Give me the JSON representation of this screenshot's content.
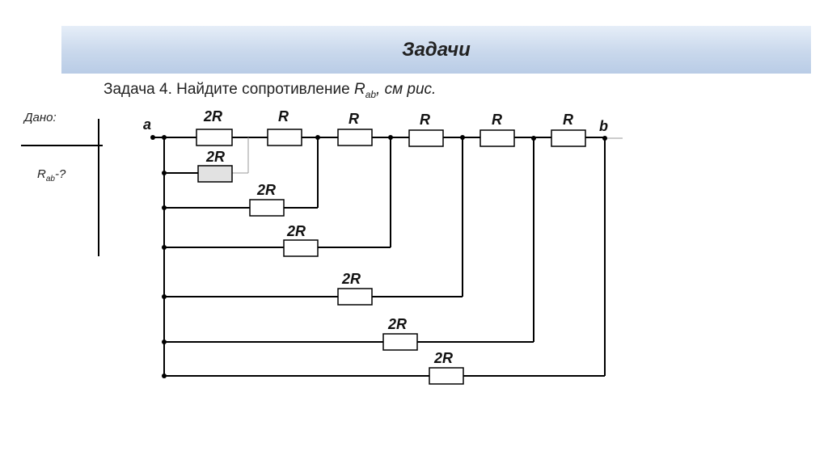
{
  "header": {
    "title": "Задачи"
  },
  "task": {
    "prefix": "Задача 4. Найдите сопротивление ",
    "symbol": "R",
    "subscript": "ab",
    "suffix": ", см рис."
  },
  "given": {
    "label": "Дано:",
    "find_symbol": "R",
    "find_subscript": "ab",
    "find_suffix": "-?"
  },
  "circuit": {
    "node_a": "a",
    "node_b": "b",
    "top_resistors": [
      "2R",
      "R",
      "R",
      "R",
      "R",
      "R"
    ],
    "branch_resistors": [
      "2R",
      "2R",
      "2R",
      "2R",
      "2R",
      "2R"
    ]
  },
  "colors": {
    "wire": "#000000",
    "highlight_resistor": "#e2e2e2",
    "title_bar": "#c9d8ec"
  }
}
